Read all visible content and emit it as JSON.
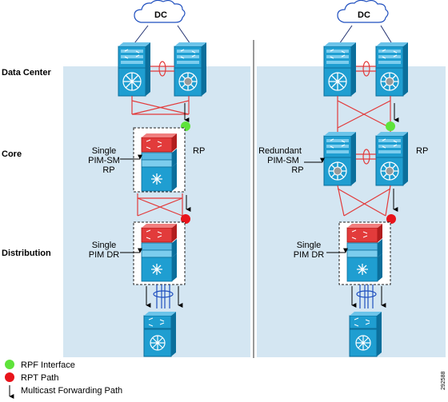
{
  "row_labels": {
    "data_center": "Data Center",
    "core": "Core",
    "distribution": "Distribution"
  },
  "cloud_label": "DC",
  "left_panel": {
    "core_label": [
      "Single",
      "PIM-SM",
      "RP"
    ],
    "core_rp": "RP",
    "dist_label": [
      "Single",
      "PIM DR"
    ]
  },
  "right_panel": {
    "core_label": [
      "Redundant",
      "PIM-SM",
      "RP"
    ],
    "core_rp": "RP",
    "dist_label": [
      "Single",
      "PIM DR"
    ]
  },
  "legend": {
    "rpf": "RPF Interface",
    "rpt": "RPT Path",
    "mcast": "Multicast Forwarding Path"
  },
  "figure_id": "292588",
  "colors": {
    "panel_bg": "#d4e6f2",
    "switch_blue": "#1f9ed1",
    "switch_dark": "#0b6f9c",
    "switch_red": "#e23b3b",
    "link_red": "#e23b3b",
    "link_blue": "#1f4fbf",
    "rpf_green": "#5ee33a",
    "rpt_red": "#e8141b"
  }
}
